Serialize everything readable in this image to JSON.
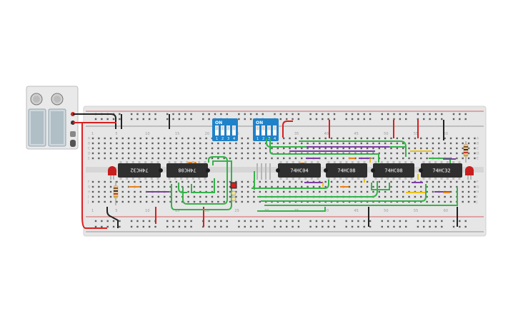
{
  "colors": {
    "board": "#e6e6e6",
    "hole": "#5c5c5c",
    "rail_red": "#d32f2f",
    "rail_dark": "#333333",
    "ic_body": "#2f2f2f",
    "wire_green": "#36b24a",
    "wire_purple": "#7b3fa0",
    "wire_yellow": "#e8c21a",
    "wire_orange": "#e8821a",
    "wire_red": "#d62020",
    "wire_black": "#222222",
    "dip_blue": "#1f82c9",
    "led_red": "#c81e1e"
  },
  "power_supply": {
    "plus_label": "+",
    "minus_label": "−"
  },
  "column_numbers_top": [
    "1",
    "5",
    "10",
    "15",
    "20",
    "25",
    "30",
    "35",
    "40",
    "45",
    "50",
    "55",
    "60"
  ],
  "column_numbers_bottom": [
    "1",
    "5",
    "10",
    "15",
    "20",
    "25",
    "30",
    "35",
    "40",
    "45",
    "50",
    "55",
    "60"
  ],
  "row_letters_top": [
    "A",
    "B",
    "C",
    "D",
    "E"
  ],
  "row_letters_bottom": [
    "F",
    "G",
    "H",
    "I",
    "J"
  ],
  "chips": [
    {
      "id": "chip-1",
      "label": "74HC32",
      "flipped": true
    },
    {
      "id": "chip-2",
      "label": "74HC08",
      "flipped": true
    },
    {
      "id": "chip-3",
      "label": "74HC04",
      "flipped": false
    },
    {
      "id": "chip-4",
      "label": "74HC08",
      "flipped": false
    },
    {
      "id": "chip-5",
      "label": "74HC08",
      "flipped": false
    },
    {
      "id": "chip-6",
      "label": "74HC32",
      "flipped": false
    }
  ],
  "dip_switches": [
    {
      "id": "dip-1",
      "on_label": "ON",
      "positions": [
        "1",
        "2",
        "3",
        "4"
      ]
    },
    {
      "id": "dip-2",
      "on_label": "ON",
      "positions": [
        "1",
        "2",
        "3",
        "4"
      ]
    }
  ],
  "leds": [
    {
      "id": "led-left",
      "color": "red"
    },
    {
      "id": "led-right",
      "color": "red"
    }
  ]
}
